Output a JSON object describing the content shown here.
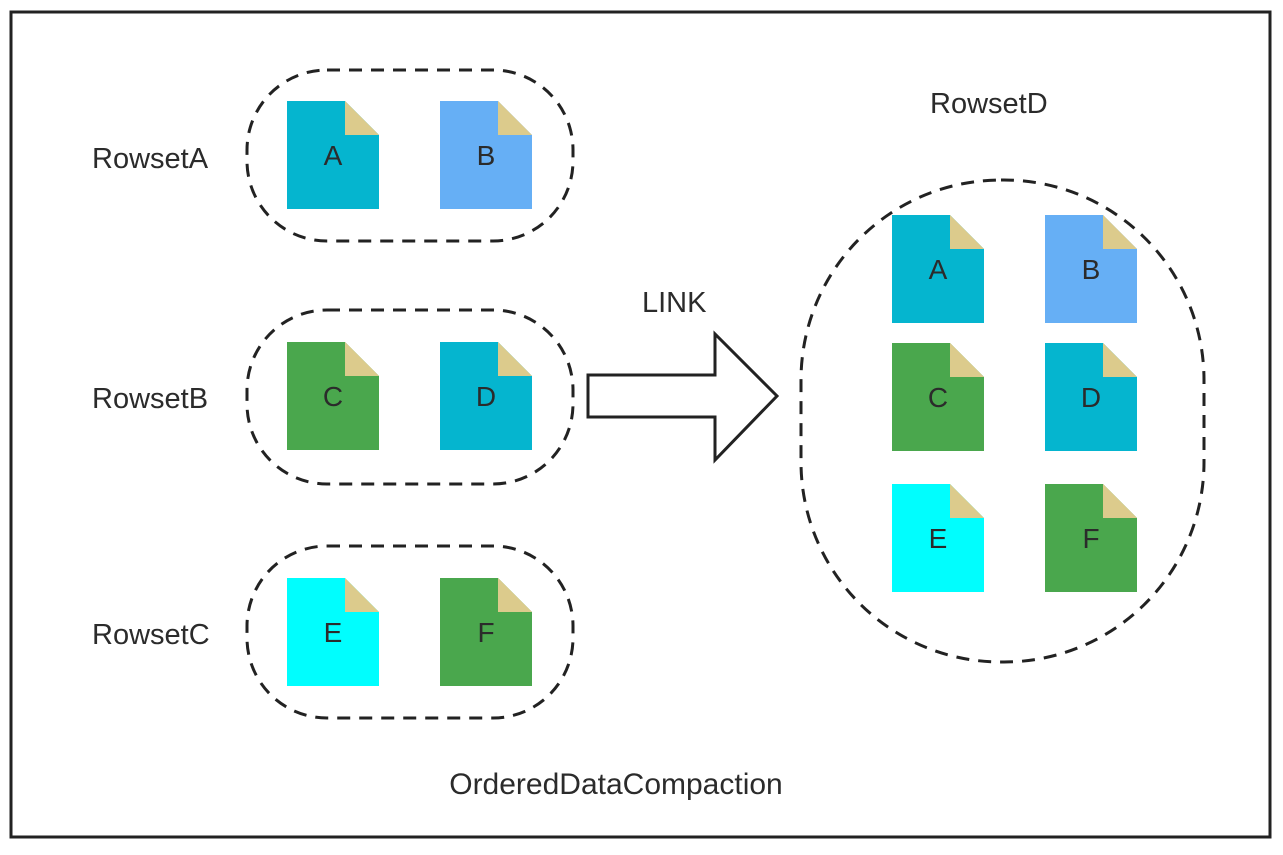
{
  "diagram": {
    "caption": "OrderedDataCompaction",
    "arrow_label": "LINK",
    "colors": {
      "teal": "#05b5cf",
      "light_blue": "#66aff5",
      "green": "#4aa74d",
      "cyan": "#00fefe",
      "fold": "#dccb8c",
      "border": "#222222"
    },
    "source_rowsets": [
      {
        "name": "RowsetA",
        "files": [
          {
            "letter": "A",
            "color": "teal"
          },
          {
            "letter": "B",
            "color": "light_blue"
          }
        ]
      },
      {
        "name": "RowsetB",
        "files": [
          {
            "letter": "C",
            "color": "green"
          },
          {
            "letter": "D",
            "color": "teal"
          }
        ]
      },
      {
        "name": "RowsetC",
        "files": [
          {
            "letter": "E",
            "color": "cyan"
          },
          {
            "letter": "F",
            "color": "green"
          }
        ]
      }
    ],
    "target_rowset": {
      "name": "RowsetD",
      "files": [
        {
          "letter": "A",
          "color": "teal"
        },
        {
          "letter": "B",
          "color": "light_blue"
        },
        {
          "letter": "C",
          "color": "green"
        },
        {
          "letter": "D",
          "color": "teal"
        },
        {
          "letter": "E",
          "color": "cyan"
        },
        {
          "letter": "F",
          "color": "green"
        }
      ]
    }
  }
}
